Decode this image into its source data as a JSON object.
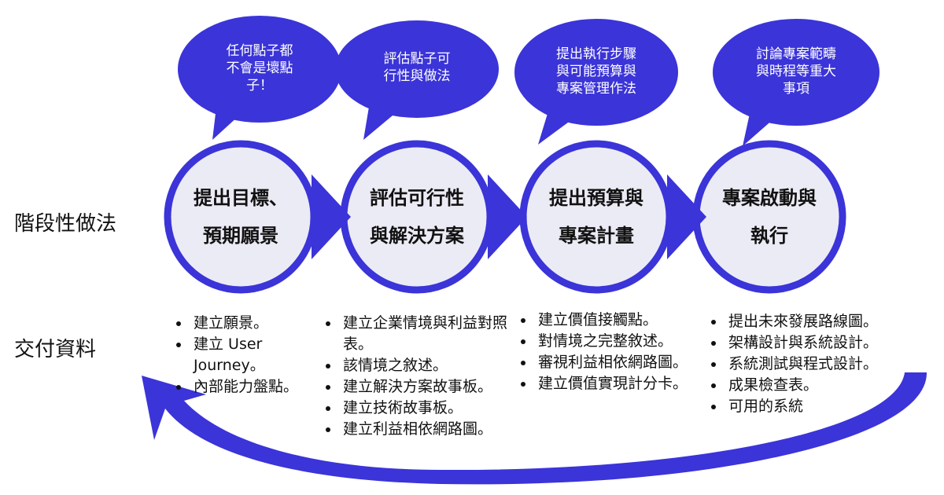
{
  "colors": {
    "accent": "#3b34d8",
    "circle_fill": "#ebebf5",
    "text": "#111111"
  },
  "labels": {
    "phased_approach": "階段性做法",
    "deliverables": "交付資料"
  },
  "phases": [
    {
      "bubble_lines": [
        "任何點子都",
        "不會是壞點",
        "子！"
      ],
      "title_lines": [
        "提出目標、",
        "預期願景"
      ],
      "deliverables": [
        "建立願景。",
        "建立 User Journey。",
        "內部能力盤點。"
      ]
    },
    {
      "bubble_lines": [
        "評估點子可",
        "行性與做法"
      ],
      "title_lines": [
        "評估可行性",
        "與解決方案"
      ],
      "deliverables": [
        "建立企業情境與利益對照表。",
        "該情境之敘述。",
        "建立解決方案故事板。",
        "建立技術故事板。",
        "建立利益相依網路圖。"
      ]
    },
    {
      "bubble_lines": [
        "提出執行步驟",
        "與可能預算與",
        "專案管理作法"
      ],
      "title_lines": [
        "提出預算與",
        "專案計畫"
      ],
      "deliverables": [
        "建立價值接觸點。",
        "對情境之完整敘述。",
        "審視利益相依網路圖。",
        "建立價值實現計分卡。"
      ]
    },
    {
      "bubble_lines": [
        "討論專案範疇",
        "與時程等重大",
        "事項"
      ],
      "title_lines": [
        "專案啟動與",
        "執行"
      ],
      "deliverables": [
        "提出未來發展路線圖。",
        "架構設計與系統設計。",
        "系統測試與程式設計。",
        "成果檢查表。",
        "可用的系統"
      ]
    }
  ]
}
